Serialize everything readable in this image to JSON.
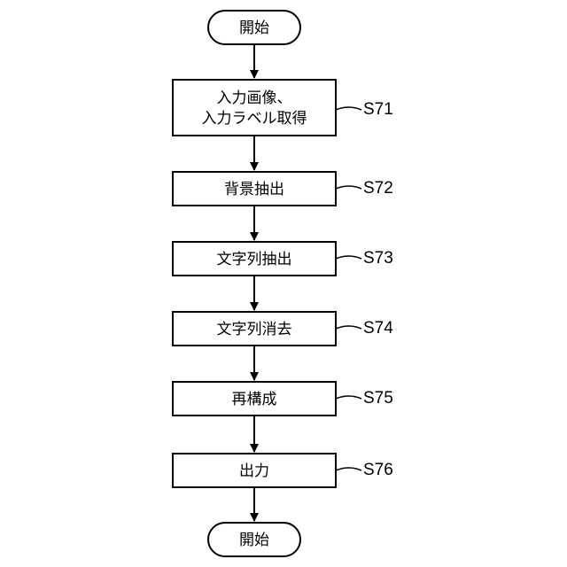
{
  "flowchart": {
    "start": {
      "label": "開始"
    },
    "steps": [
      {
        "id": "S71",
        "lines": [
          "入力画像、",
          "入力ラベル取得"
        ]
      },
      {
        "id": "S72",
        "lines": [
          "背景抽出"
        ]
      },
      {
        "id": "S73",
        "lines": [
          "文字列抽出"
        ]
      },
      {
        "id": "S74",
        "lines": [
          "文字列消去"
        ]
      },
      {
        "id": "S75",
        "lines": [
          "再構成"
        ]
      },
      {
        "id": "S76",
        "lines": [
          "出力"
        ]
      }
    ],
    "end": {
      "label": "開始"
    }
  }
}
